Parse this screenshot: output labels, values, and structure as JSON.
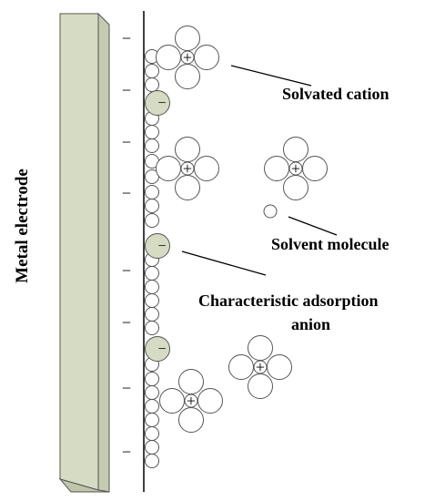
{
  "labels": {
    "electrode": "Metal electrode",
    "solvated_cation": "Solvated cation",
    "solvent_molecule": "Solvent molecule",
    "anion_line1": "Characteristic adsorption",
    "anion_line2": "anion"
  },
  "symbols": {
    "positive": "+",
    "negative": "−"
  },
  "colors": {
    "electrode_fill": "#d6dcc4",
    "anion_fill": "#d6dcc4",
    "stroke": "#555555",
    "background": "#ffffff"
  }
}
